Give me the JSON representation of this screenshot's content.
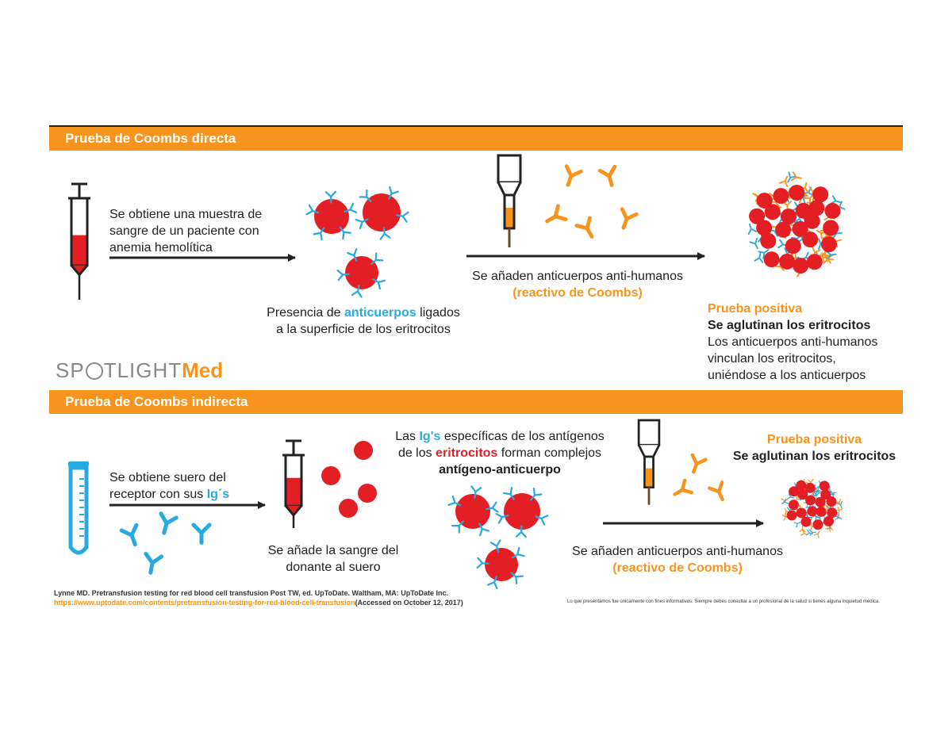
{
  "colors": {
    "orange": "#f7941d",
    "red": "#e31e24",
    "blue": "#27a9e1",
    "dark": "#222222"
  },
  "direct": {
    "title": "Prueba de Coombs directa",
    "step1": [
      "Se obtiene una muestra de",
      "sangre de un paciente con",
      "anemia hemolítica"
    ],
    "step2": {
      "pre": "Presencia de ",
      "highlight": "anticuerpos",
      "post": " ligados",
      "line2": "a la superficie de los eritrocitos"
    },
    "step3": {
      "line1": "Se añaden anticuerpos anti-humanos",
      "line2": "(reactivo de Coombs)"
    },
    "result": {
      "label": "Prueba positiva",
      "headline": "Se aglutinan los eritrocitos",
      "lines": [
        "Los anticuerpos anti-humanos",
        "vinculan los eritrocitos,",
        "uniéndose a los anticuerpos"
      ]
    }
  },
  "logo": {
    "part1": "SP",
    "part2": "TLIGHT",
    "part3": "Med"
  },
  "indirect": {
    "title": "Prueba de Coombs indirecta",
    "step1": {
      "line1": "Se obtiene suero del",
      "pre": "receptor con sus ",
      "highlight": "Ig´s"
    },
    "step2": [
      "Se añade la sangre del",
      "donante al suero"
    ],
    "step3": {
      "pre1": "Las ",
      "hl1": "Ig's",
      "post1": " específicas de los antígenos",
      "pre2": "de los ",
      "hl2": "eritrocitos",
      "post2": " forman complejos",
      "line3": "antígeno-anticuerpo"
    },
    "step4": {
      "line1": "Se añaden anticuerpos anti-humanos",
      "line2": "(reactivo de Coombs)"
    },
    "result": {
      "label": "Prueba positiva",
      "headline": "Se aglutinan los eritrocitos"
    }
  },
  "citation": {
    "line1": "Lynne MD. Pretransfusion testing for red blood cell transfusion Post TW, ed. UpToDate. Waltham, MA: UpToDate Inc.",
    "url": "https://www.uptodate.com/contents/pretransfusion-testing-for-red-blood-cell-transfusion",
    "accessed": "(Accessed on October 12, 2017)"
  },
  "disclaimer": "Lo que presentamos fue únicamente con fines informativos. Siempre debes consultar a un profesional de la salud si tienes alguna inquietud médica.",
  "icons": [
    "syringe-icon",
    "pipette-icon",
    "test-tube-icon",
    "antibody-icon",
    "red-blood-cell-icon",
    "arrow-icon"
  ]
}
